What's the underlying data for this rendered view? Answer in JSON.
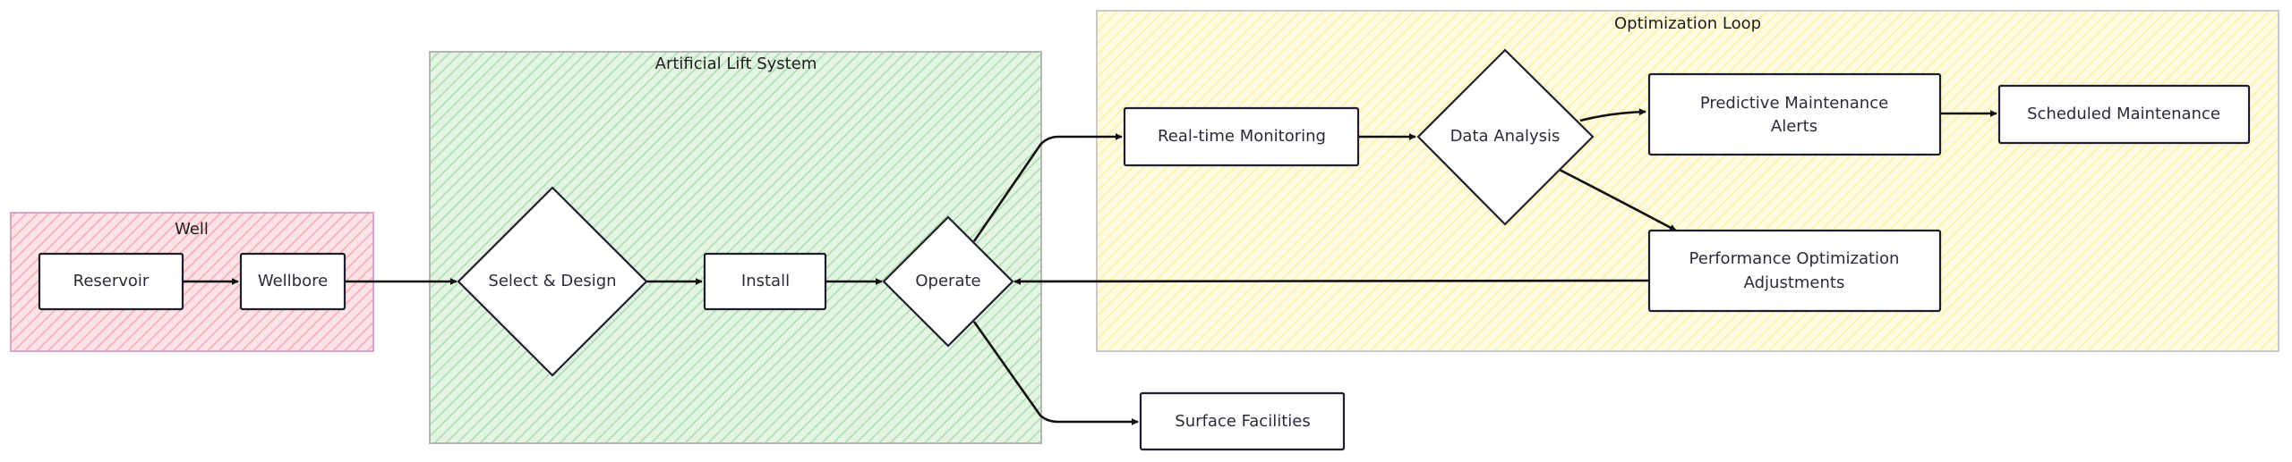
{
  "groups": {
    "well": {
      "label": "Well"
    },
    "artificial_lift": {
      "label": "Artificial Lift System"
    },
    "optimization": {
      "label": "Optimization Loop"
    }
  },
  "nodes": {
    "reservoir": {
      "label": "Reservoir"
    },
    "wellbore": {
      "label": "Wellbore"
    },
    "select_design": {
      "label": "Select & Design"
    },
    "install": {
      "label": "Install"
    },
    "operate": {
      "label": "Operate"
    },
    "surface_facilities": {
      "label": "Surface Facilities"
    },
    "realtime_monitoring": {
      "label": "Real-time Monitoring"
    },
    "data_analysis": {
      "label": "Data Analysis"
    },
    "predictive_maintenance": {
      "line1": "Predictive Maintenance",
      "line2": "Alerts"
    },
    "scheduled_maintenance": {
      "label": "Scheduled Maintenance"
    },
    "performance_optimization": {
      "line1": "Performance Optimization",
      "line2": "Adjustments"
    }
  },
  "colors": {
    "well_fill": "#ffc9c9",
    "well_stroke": "#d6a6c8",
    "lift_fill": "#b2f2bb",
    "lift_stroke": "#b5b5b5",
    "optimization_fill": "#fff3a6",
    "optimization_stroke": "#c9c9c9",
    "node_stroke": "#1e1e2e",
    "edge": "#111111"
  }
}
